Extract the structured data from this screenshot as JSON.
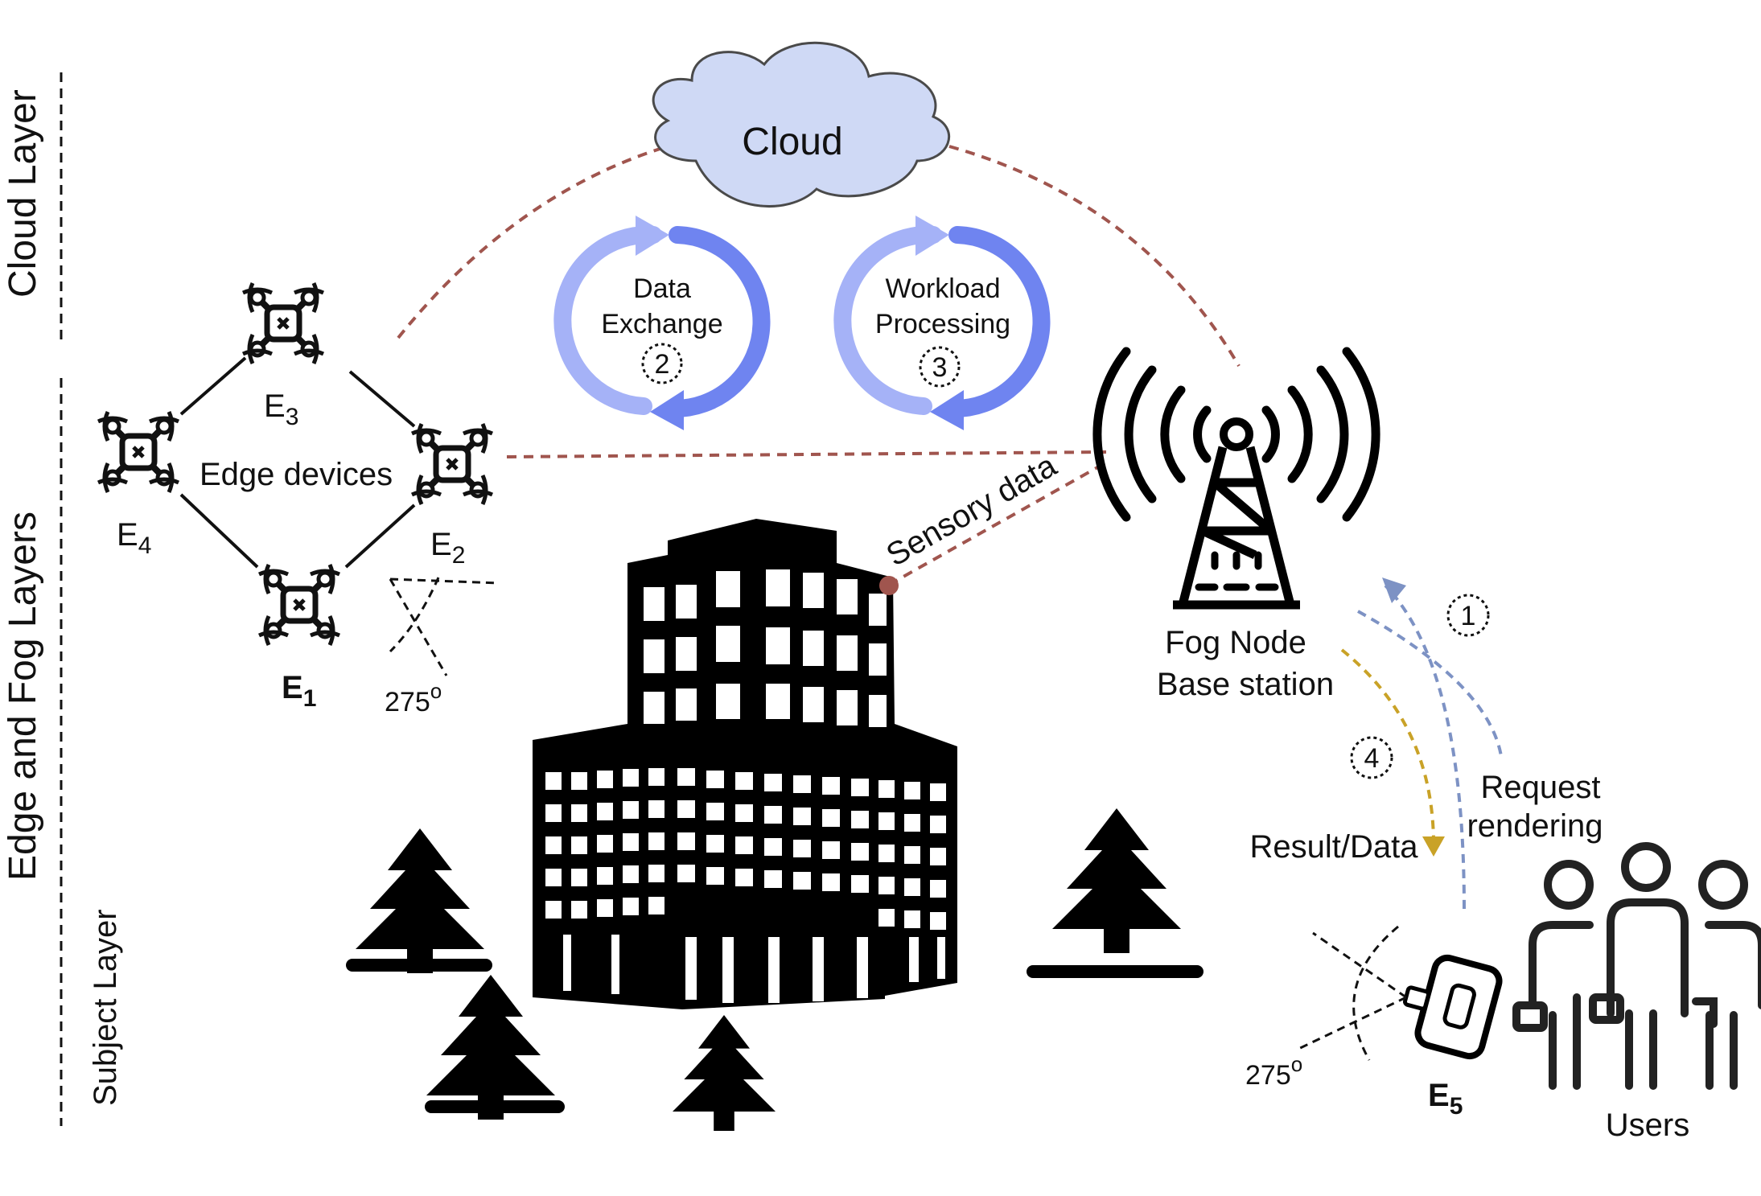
{
  "layers": {
    "cloud_layer": "Cloud Layer",
    "edge_fog_layers": "Edge and Fog Layers",
    "subject_layer": "Subject Layer"
  },
  "cloud": {
    "label": "Cloud",
    "fill": "#cfd9f5"
  },
  "cycles": [
    {
      "line1": "Data",
      "line2": "Exchange",
      "step": "2"
    },
    {
      "line1": "Workload",
      "line2": "Processing",
      "step": "3"
    }
  ],
  "edge_devices": {
    "label": "Edge devices",
    "e1": {
      "base": "E",
      "sub": "1"
    },
    "e2": {
      "base": "E",
      "sub": "2"
    },
    "e3": {
      "base": "E",
      "sub": "3"
    },
    "e4": {
      "base": "E",
      "sub": "4"
    },
    "e5": {
      "base": "E",
      "sub": "5"
    }
  },
  "angles": {
    "drone_fov": "275",
    "camera_fov": "275",
    "degree_mark": "o"
  },
  "sensory_data": "Sensory data",
  "fog_node": {
    "line1": "Fog Node",
    "line2": "Base station"
  },
  "flows": {
    "step1": "1",
    "request_line1": "Request",
    "request_line2": "rendering",
    "step4": "4",
    "result": "Result/Data"
  },
  "users": "Users",
  "colors": {
    "dashed_link": "#a0554e",
    "request_arrow": "#7d92c4",
    "result_arrow": "#c9a227",
    "cycle_blue": "#6f84f0"
  }
}
